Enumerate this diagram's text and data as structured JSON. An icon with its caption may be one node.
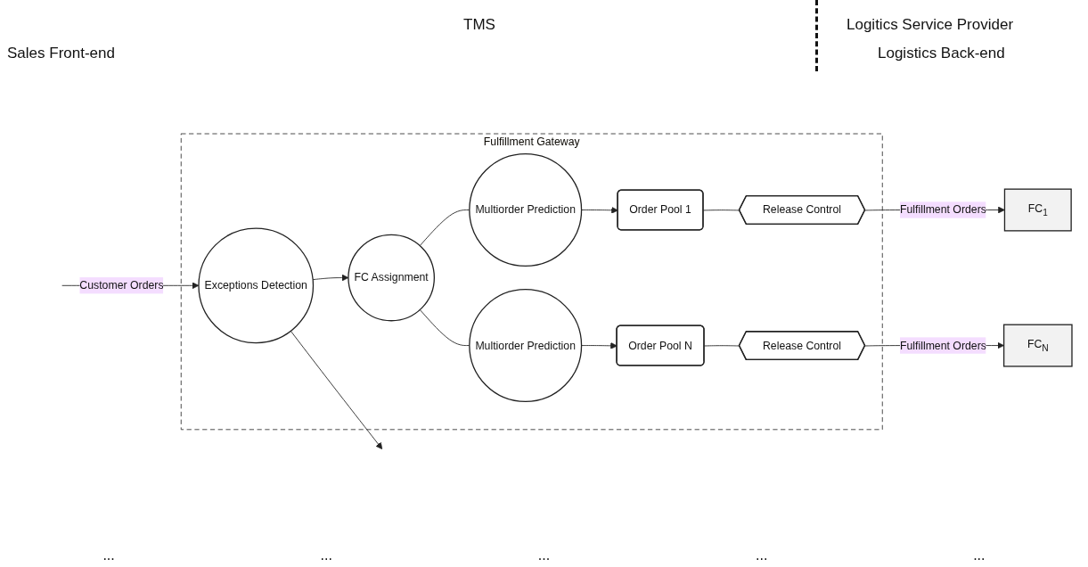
{
  "diagram": {
    "nodes": [
      {
        "text": [
          "Fulfillment Gateway"
        ]
      },
      {
        "text": [
          "Exceptions Detection"
        ],
        "in": 0
      },
      {
        "text": [
          "FC Assignment"
        ],
        "in": 0
      },
      {
        "text": [
          "Multiorder Prediction"
        ],
        "in": 0
      },
      {
        "text": [
          "Order Pool 1"
        ],
        "in": 0
      },
      {
        "text": [
          "Release Control"
        ],
        "in": 0
      },
      {
        "text": [
          "Multiorder Prediction"
        ],
        "in": 0
      },
      {
        "text": [
          "Order Pool N"
        ],
        "in": 0
      },
      {
        "text": [
          "Release Control"
        ],
        "in": 0
      },
      {
        "text": [
          "FC$_{1}$"
        ]
      },
      {
        "text": [
          "FC$_{N}$"
        ]
      }
    ],
    "edges": [
      {
        "from": null,
        "to": 1,
        "arrow": "to",
        "label": "Customer Orders"
      },
      {
        "from": 1,
        "to": 2,
        "arrow": "to"
      },
      {
        "from": 1,
        "to": null,
        "arrow": "to"
      },
      {
        "from": 2,
        "to": 3,
        "arrow": "none"
      },
      {
        "from": 3,
        "to": 4,
        "arrow": "to"
      },
      {
        "from": 4,
        "to": 5,
        "arrow": "none"
      },
      {
        "from": 5,
        "to": 9,
        "arrow": "to",
        "label": "Fulfillment Orders"
      },
      {
        "from": 2,
        "to": 6,
        "arrow": "none"
      },
      {
        "from": 6,
        "to": 7,
        "arrow": "to"
      },
      {
        "from": 7,
        "to": 8,
        "arrow": "none"
      },
      {
        "from": 8,
        "to": 10,
        "arrow": "to",
        "label": "Fulfillment Orders"
      }
    ],
    "labels": [
      "TMS",
      "Logitics Service Provider",
      "Sales Front-end",
      "Logistics Back-end",
      "...",
      "...",
      "...",
      "...",
      "..."
    ]
  }
}
